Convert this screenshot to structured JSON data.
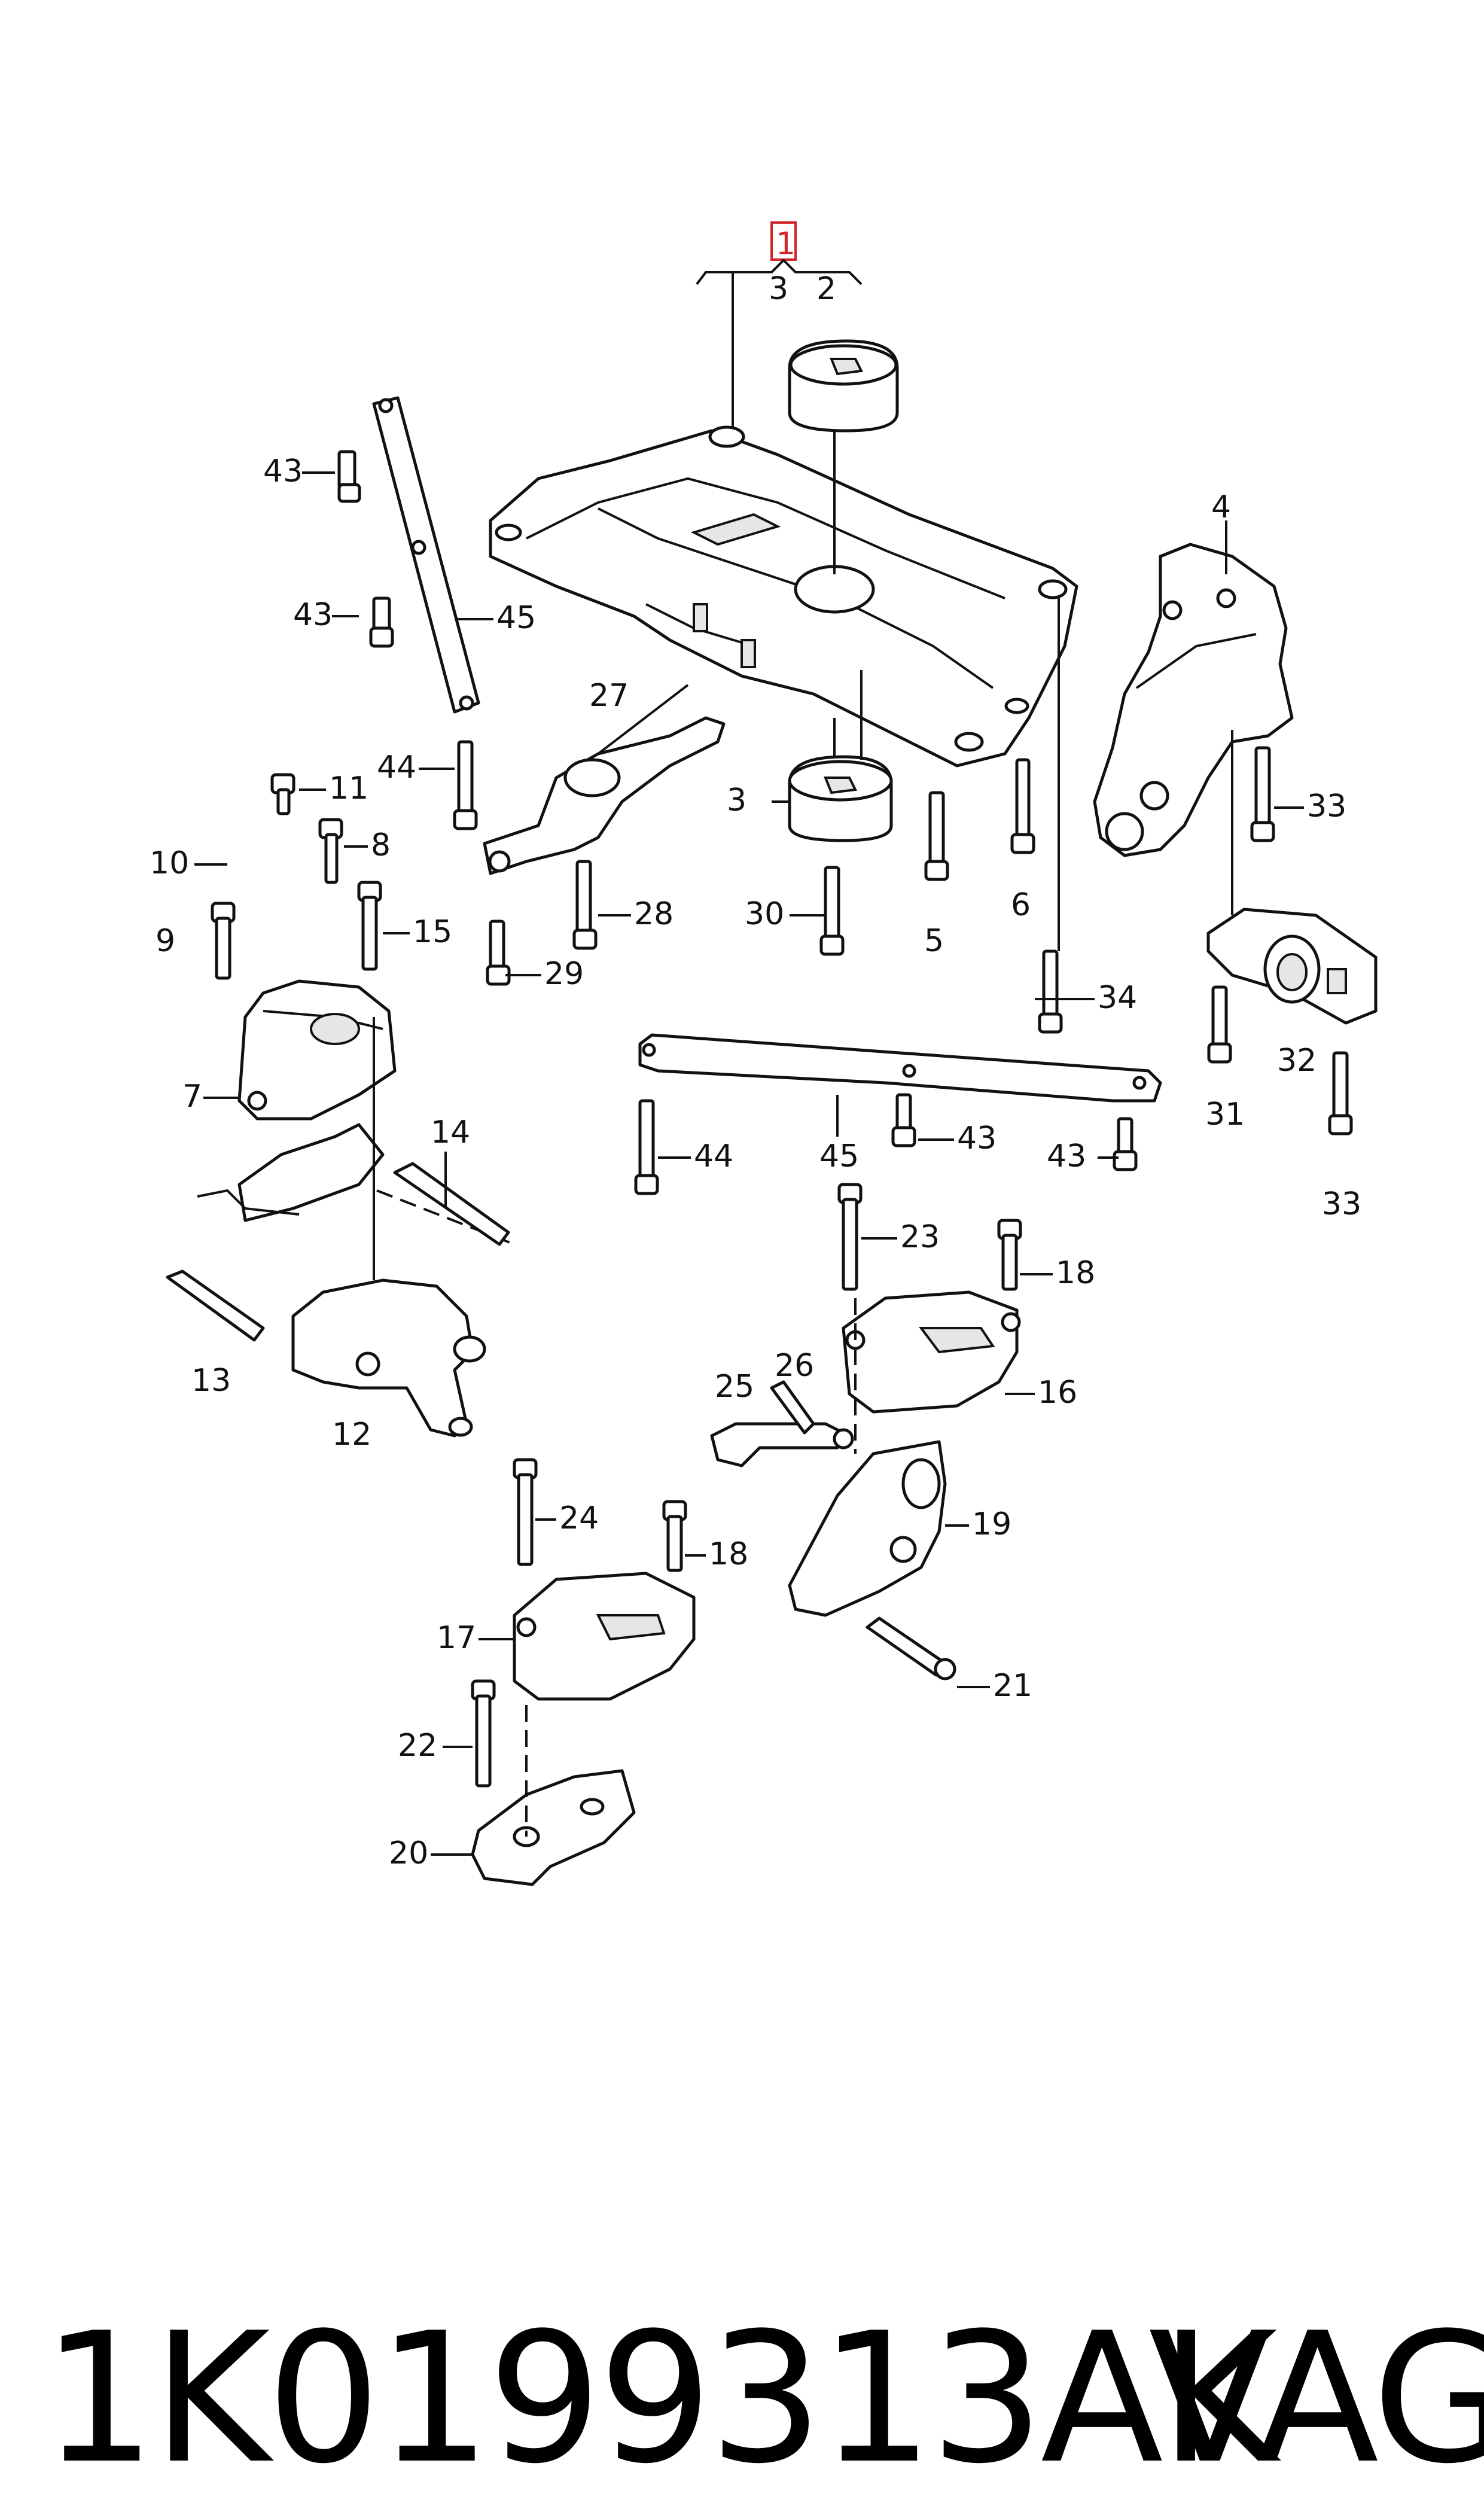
{
  "diagram": {
    "highlight_label": "1",
    "callouts": [
      "3",
      "2",
      "4",
      "43",
      "43",
      "45",
      "27",
      "44",
      "11",
      "10",
      "8",
      "9",
      "15",
      "7",
      "28",
      "29",
      "3",
      "30",
      "5",
      "6",
      "33",
      "34",
      "32",
      "31",
      "33",
      "44",
      "45",
      "43",
      "43",
      "14",
      "13",
      "12",
      "23",
      "18",
      "16",
      "26",
      "25",
      "19",
      "24",
      "18",
      "17",
      "21",
      "22",
      "20"
    ]
  },
  "footer": {
    "part_number": "1K0199313AK",
    "brand": "VAG"
  }
}
